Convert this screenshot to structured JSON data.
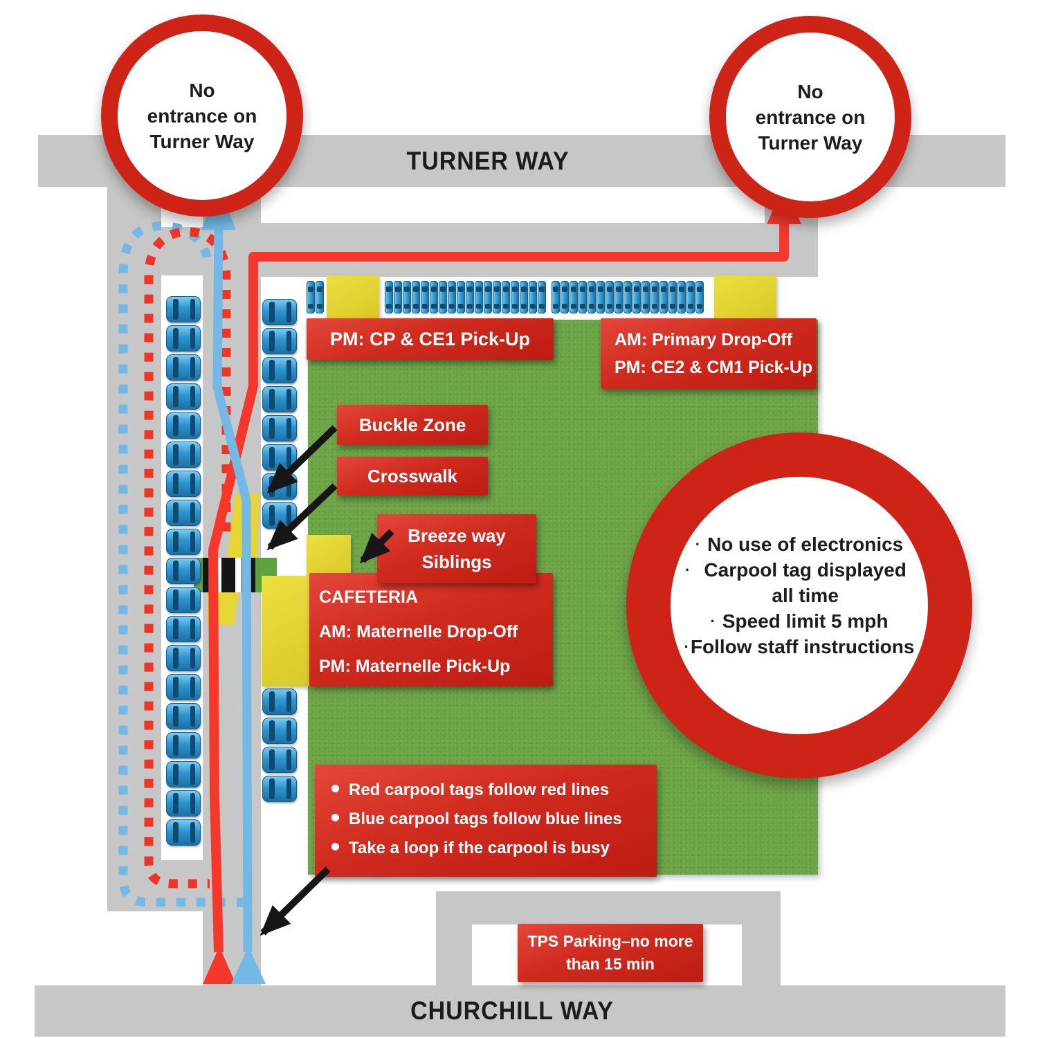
{
  "roads": {
    "top": "TURNER WAY",
    "bottom": "CHURCHILL WAY"
  },
  "signs": {
    "no_entrance": {
      "line1": "No",
      "line2": "entrance on",
      "line3": "Turner Way"
    }
  },
  "rules_sign": {
    "items": [
      "No use of electronics",
      "Carpool tag displayed all time",
      "Speed limit 5 mph",
      "Follow staff instructions"
    ]
  },
  "zones": {
    "pm_pickup": "PM: CP & CE1 Pick-Up",
    "am_dropoff_1": "AM: Primary Drop-Off",
    "am_dropoff_2": "PM: CE2 & CM1 Pick-Up",
    "buckle": "Buckle Zone",
    "crosswalk": "Crosswalk",
    "breezeway_1": "Breeze way",
    "breezeway_2": "Siblings",
    "cafeteria_1": "CAFETERIA",
    "cafeteria_2": "AM: Maternelle Drop-Off",
    "cafeteria_3": "PM: Maternelle Pick-Up",
    "tps_1": "TPS Parking–no more",
    "tps_2": "than 15 min"
  },
  "legend": {
    "items": [
      "Red carpool tags follow red lines",
      "Blue carpool tags follow blue lines",
      "Take a loop if the carpool is busy"
    ]
  },
  "colors": {
    "road_gray": "#c7c7c7",
    "field_green": "#6da446",
    "label_red": "#cf2a1e",
    "sign_ring_red": "#ce2418",
    "zone_yellow": "#e2d231",
    "route_red": "#f5382b",
    "route_blue": "#74b8e6",
    "car_blue": "#2f96d0",
    "arrow_black": "#161616"
  }
}
